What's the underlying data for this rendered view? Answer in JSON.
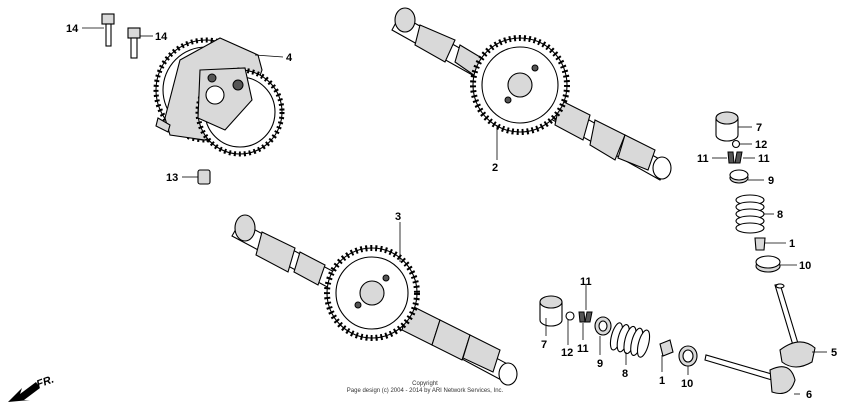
{
  "callouts": {
    "c14a": "14",
    "c14b": "14",
    "c4": "4",
    "c13": "13",
    "c2": "2",
    "c3": "3",
    "c7a": "7",
    "c12a": "12",
    "c11a": "11",
    "c11b": "11",
    "c9a": "9",
    "c8a": "8",
    "c1a": "1",
    "c10a": "10",
    "c5": "5",
    "c6": "6",
    "c11c": "11",
    "c11d": "11",
    "c7b": "7",
    "c12b": "12",
    "c9b": "9",
    "c8b": "8",
    "c1b": "1",
    "c10b": "10"
  },
  "fr_label": "FR.",
  "copyright": {
    "line1": "Copyright",
    "line2": "Page design (c) 2004 - 2014 by ARI Network Services, Inc."
  }
}
